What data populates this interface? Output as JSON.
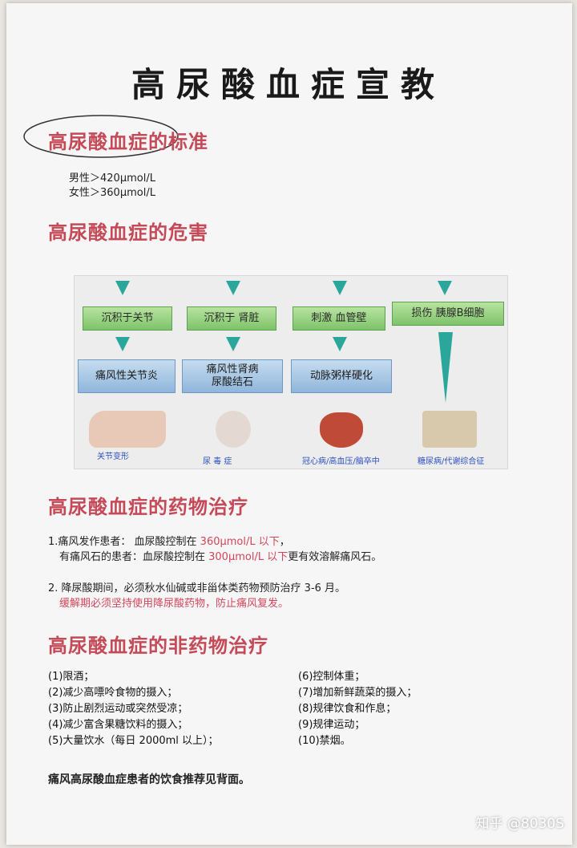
{
  "title": "高尿酸血症宣教",
  "section1": {
    "heading": "高尿酸血症的标准",
    "male": "男性＞420μmol/L",
    "female": "女性＞360μmol/L"
  },
  "section2": {
    "heading": "高尿酸血症的危害",
    "columns": [
      {
        "top": "沉积于关节",
        "mid": "痛风性关节炎",
        "caption": "关节变形"
      },
      {
        "top": "沉积于 肾脏",
        "mid": "痛风性肾病\n尿酸结石",
        "caption": "尿 毒 症"
      },
      {
        "top": "刺激 血管壁",
        "mid": "动脉粥样硬化",
        "caption": "冠心病/高血压/脑卒中"
      },
      {
        "top": "损伤 胰腺B细胞",
        "mid": "",
        "caption": "糖尿病/代谢综合征"
      }
    ]
  },
  "section3": {
    "heading": "高尿酸血症的药物治疗",
    "item1_line1_prefix": "1.痛风发作患者：  血尿酸控制在 ",
    "item1_line1_red": "360μmol/L 以下",
    "item1_line1_suffix": "，",
    "item1_line2_prefix": "有痛风石的患者：血尿酸控制在 ",
    "item1_line2_red": "300μmol/L 以下",
    "item1_line2_suffix": "更有效溶解痛风石。",
    "item2_line1": "2. 降尿酸期间，必须秋水仙碱或非甾体类药物预防治疗 3-6 月。",
    "item2_line2": "缓解期必须坚持使用降尿酸药物，防止痛风复发。"
  },
  "section4": {
    "heading": "高尿酸血症的非药物治疗",
    "left": [
      "(1)限酒；",
      "(2)减少高嘌呤食物的摄入；",
      "(3)防止剧烈运动或突然受凉；",
      "(4)减少富含果糖饮料的摄入；",
      "(5)大量饮水（每日 2000ml 以上）；"
    ],
    "right": [
      "(6)控制体重；",
      "(7)增加新鲜蔬菜的摄入；",
      "(8)规律饮食和作息；",
      "(9)规律运动；",
      "(10)禁烟。"
    ]
  },
  "footer": "痛风高尿酸血症患者的饮食推荐见背面。",
  "watermark": "知乎 @8030S",
  "colors": {
    "heading": "#c54a57",
    "red": "#d2465a",
    "teal": "#2aa79a"
  }
}
